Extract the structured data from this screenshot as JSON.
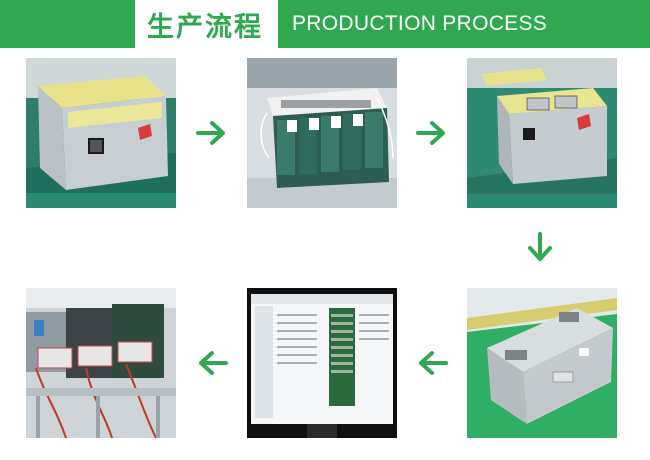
{
  "header": {
    "title_cn": "生产流程",
    "title_en": "PRODUCTION PROCESS"
  },
  "colors": {
    "brand_green": "#2fa84f",
    "arrow_green": "#2fa84f"
  },
  "steps": [
    {
      "name": "enclosure-box"
    },
    {
      "name": "cell-assembly"
    },
    {
      "name": "assembled-pack"
    },
    {
      "name": "finished-battery"
    },
    {
      "name": "test-software"
    },
    {
      "name": "test-equipment"
    }
  ],
  "arrows": [
    "arrow-right",
    "arrow-right",
    "arrow-down",
    "arrow-left",
    "arrow-left"
  ]
}
